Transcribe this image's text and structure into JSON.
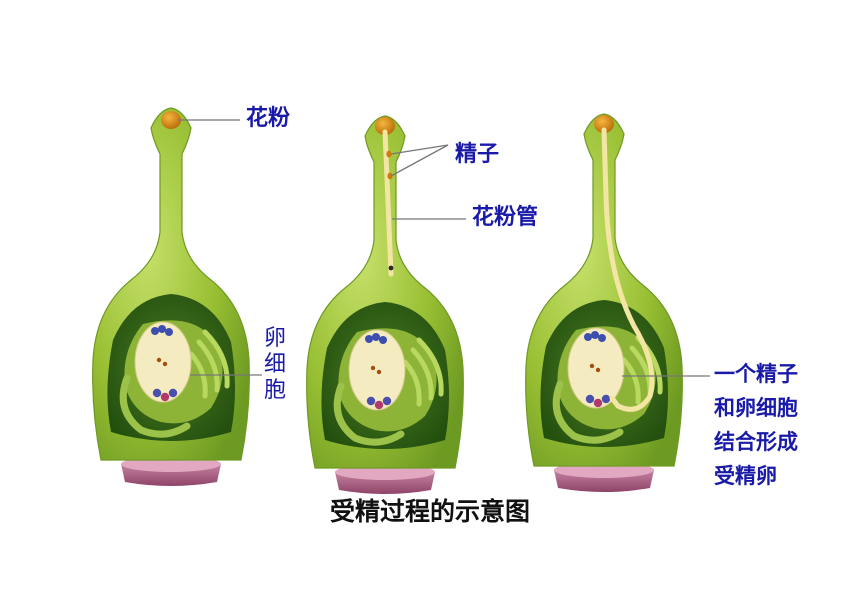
{
  "labels": {
    "pollen": "花粉",
    "sperm": "精子",
    "pollen_tube": "花粉管",
    "egg_cell": "卵细胞",
    "result_lines": [
      "一个精子",
      "和卵细胞",
      "结合形成",
      "受精卵"
    ]
  },
  "caption": "受精过程的示意图",
  "colors": {
    "pistil_outer": "#9fc43a",
    "pistil_dark": "#4d7a1c",
    "ovary_cavity": "#2f5c17",
    "pollen": "#d98a12",
    "tube": "#f3e6a4",
    "embryo_sac": "#f4ecc0",
    "receptacle": "#b86a8c",
    "label_text": "#1a1aa8"
  }
}
